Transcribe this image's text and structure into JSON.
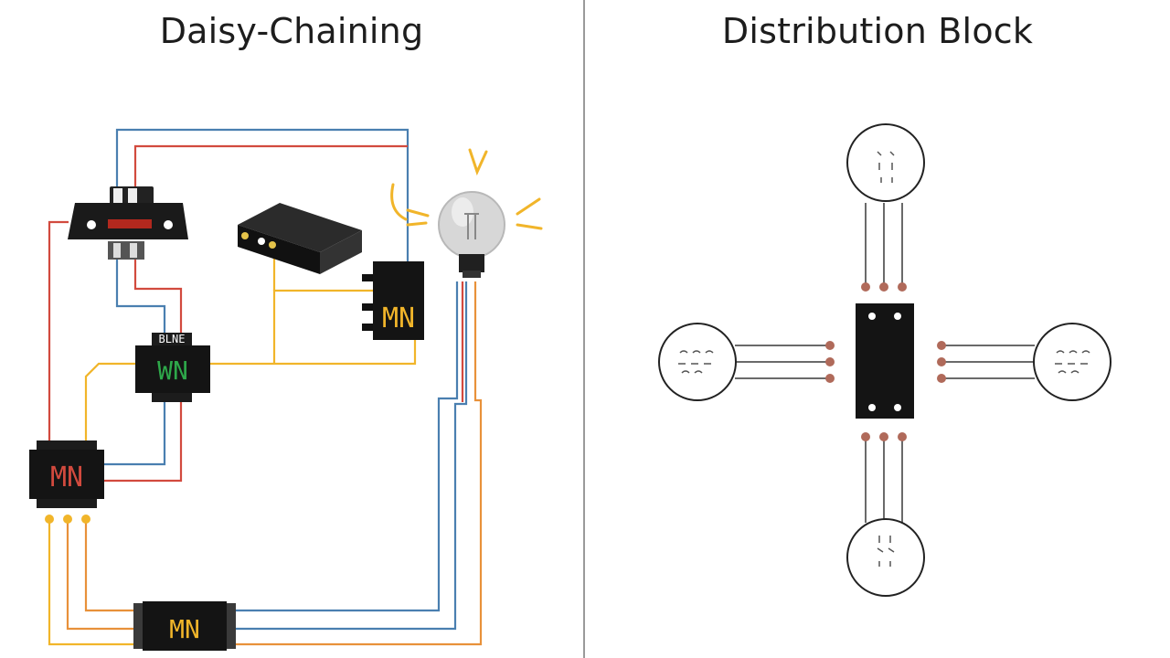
{
  "titles": {
    "left": "Daisy-Chaining",
    "right": "Distribution Block"
  },
  "left_diagram": {
    "chip_labels": {
      "top": "BLNE",
      "center": "WN",
      "left": "MN",
      "bottom": "MN",
      "relay": "MN"
    }
  },
  "colors": {
    "wire_blue": "#4a7fb0",
    "wire_red": "#d24a3e",
    "wire_yellow": "#f1b52a",
    "wire_orange": "#e8913a",
    "block_black": "#141414",
    "terminal_brown": "#b06a5a",
    "divider": "#9a9a9a"
  }
}
